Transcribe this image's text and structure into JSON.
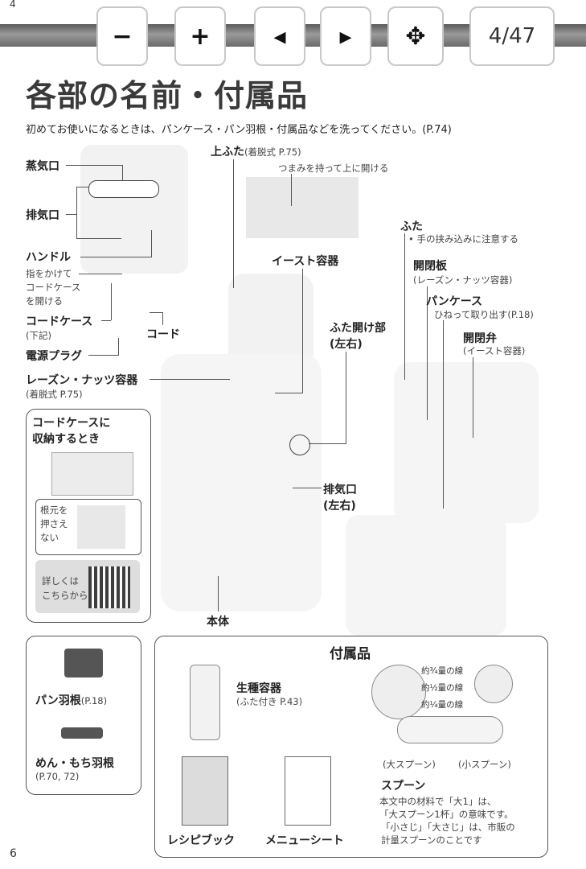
{
  "page": {
    "corner_top": "4",
    "corner_bottom": "6",
    "title": "各部の名前・付属品",
    "intro": "初めてお使いになるときは、パンケース・パン羽根・付属品などを洗ってください。(P.74)"
  },
  "toolbar": {
    "zoom_out": "−",
    "zoom_in": "+",
    "prev": "◂",
    "next": "▸",
    "move": "✥",
    "page_indicator": "4/47"
  },
  "parts": {
    "steam_port": "蒸気口",
    "exhaust_port": "排気口",
    "handle": "ハンドル",
    "handle_note1": "指をかけて",
    "handle_note2": "コードケース",
    "handle_note3": "を開ける",
    "cord_case": "コードケース",
    "cord_case_note": "(下記)",
    "cord": "コード",
    "power_plug": "電源プラグ",
    "raisin_container": "レーズン・ナッツ容器",
    "raisin_note": "(着脱式 P.75)",
    "top_lid": "上ふた",
    "top_lid_note": "(着脱式 P.75)",
    "top_lid_hint": "つまみを持って上に開ける",
    "yeast_container": "イースト容器",
    "lid_opener": "ふた開け部",
    "lid_opener_note": "(左右)",
    "lid": "ふた",
    "lid_note": "• 手の挟み込みに注意する",
    "open_plate": "開閉板",
    "open_plate_note": "(レーズン・ナッツ容器)",
    "pan_case": "パンケース",
    "pan_case_note": "ひねって取り出す(P.18)",
    "open_valve": "開閉弁",
    "open_valve_note": "(イースト容器)",
    "exhaust_port2": "排気口",
    "exhaust_port2_note": "(左右)",
    "body": "本体"
  },
  "cord_box": {
    "title1": "コードケースに",
    "title2": "収納するとき",
    "warn1": "根元を",
    "warn2": "押さえ",
    "warn3": "ない",
    "detail1": "詳しくは",
    "detail2": "こちらから"
  },
  "blades": {
    "pan_blade": "パン羽根",
    "pan_blade_ref": "(P.18)",
    "noodle_blade": "めん・もち羽根",
    "noodle_blade_ref": "(P.70, 72)"
  },
  "accessories": {
    "heading": "付属品",
    "starter_container": "生種容器",
    "starter_note": "(ふた付き P.43)",
    "line_3_4": "約¾量の線",
    "line_1_2": "約½量の線",
    "line_1_4": "約¼量の線",
    "big_spoon": "(大スプーン)",
    "small_spoon": "(小スプーン)",
    "spoon": "スプーン",
    "spoon_desc1": "本文中の材料で「大1」は、",
    "spoon_desc2": "「大スプーン1杯」の意味です。",
    "spoon_desc3": "「小さじ」「大さじ」は、市販の",
    "spoon_desc4": "計量スプーンのことです",
    "recipe_book": "レシピブック",
    "menu_sheet": "メニューシート"
  }
}
